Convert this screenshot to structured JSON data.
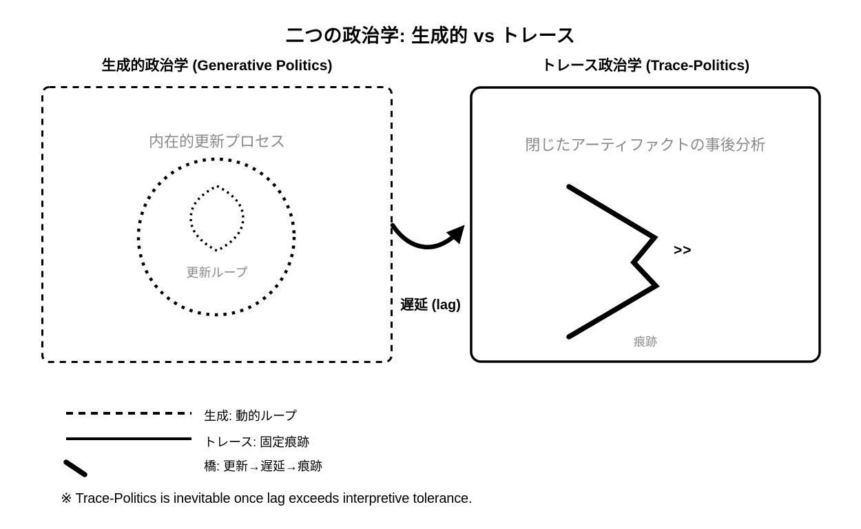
{
  "title": "二つの政治学: 生成的 vs トレース",
  "colors": {
    "ink": "#000000",
    "muted_gray": "#8a8a8a",
    "background": "#ffffff"
  },
  "panels": {
    "generative": {
      "header": "生成的政治学 (Generative Politics)",
      "inner_label": "内在的更新プロセス",
      "loop_label": "更新ループ",
      "border_style": "dashed"
    },
    "trace": {
      "header": "トレース政治学 (Trace-Politics)",
      "inner_label": "閉じたアーティファクトの事後分析",
      "chevrons": ">>",
      "trace_label": "痕跡",
      "border_style": "solid"
    }
  },
  "bridge": {
    "label": "遅延 (lag)"
  },
  "legend": {
    "items": [
      {
        "swatch": "dashed-line",
        "label": "生成: 動的ループ"
      },
      {
        "swatch": "solid-line",
        "label": "トレース: 固定痕跡"
      },
      {
        "swatch": "thick-diagonal",
        "label": "橋: 更新→遅延→痕跡"
      }
    ]
  },
  "footnote": "※ Trace-Politics is inevitable once lag exceeds interpretive tolerance."
}
